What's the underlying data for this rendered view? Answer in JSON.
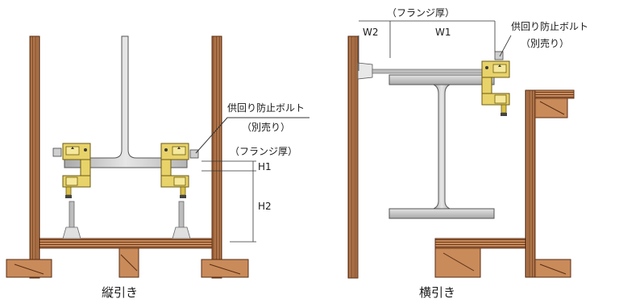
{
  "captions": {
    "left": "縦引き",
    "right": "横引き"
  },
  "labels": {
    "bolt_left_line1": "供回り防止ボルト",
    "bolt_left_line2": "（別売り）",
    "flange_left": "（フランジ厚）",
    "h1": "H1",
    "h2": "H2",
    "flange_right": "（フランジ厚）",
    "w1": "W1",
    "w2": "W2",
    "bolt_right_line1": "供回り防止ボルト",
    "bolt_right_line2": "（別売り）"
  },
  "colors": {
    "wood_dark": "#6b3a1e",
    "wood_mid": "#c98b5a",
    "wood_light": "#e7b98a",
    "steel": "#d4d4d4",
    "steel_edge": "#555555",
    "clamp": "#e8d36a",
    "clamp_edge": "#6b5a10"
  }
}
